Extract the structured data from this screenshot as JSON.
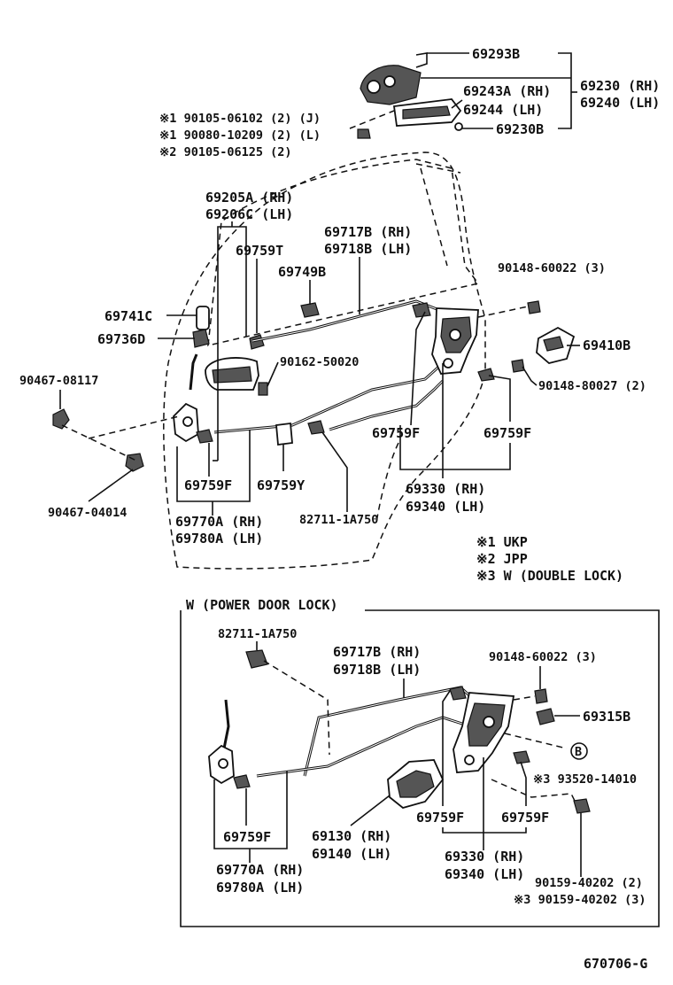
{
  "top": {
    "p69293B": "69293B",
    "p69230_rh": "69230 (RH)",
    "p69240_lh": "69240 (LH)",
    "p69243A_rh": "69243A (RH)",
    "p69244_lh": "69244  (LH)",
    "p69230B": "69230B",
    "note1a": "※1 90105-06102 (2) (J)",
    "note1b": "※1 90080-10209 (2) (L)",
    "note2": "※2 90105-06125 (2)",
    "p69205A_rh": "69205A (RH)",
    "p69206C_lh": "69206C (LH)",
    "p69717B_rh": "69717B (RH)",
    "p69718B_lh": "69718B (LH)",
    "p69759T": "69759T",
    "p69749B": "69749B",
    "p90148_60022": "90148-60022 (3)",
    "p69741C": "69741C",
    "p69736D": "69736D",
    "p69410B": "69410B",
    "p90162_50020": "90162-50020",
    "p90467_08117": "90467-08117",
    "p90148_80027": "90148-80027 (2)",
    "p69759F_mid": "69759F",
    "p69759F_right": "69759F",
    "p69759F_left": "69759F",
    "p69759Y": "69759Y",
    "p69330_rh": "69330 (RH)",
    "p69340_lh": "69340 (LH)",
    "p90467_04014": "90467-04014",
    "p69770A_rh": "69770A (RH)",
    "p69780A_lh": "69780A (LH)",
    "p82711_1A750": "82711-1A750"
  },
  "legend": {
    "l1": "※1  UKP",
    "l2": "※2  JPP",
    "l3": "※3  W (DOUBLE  LOCK)"
  },
  "box": {
    "title": "W (POWER DOOR LOCK)",
    "p82711_1A750": "82711-1A750",
    "p69717B_rh": "69717B (RH)",
    "p69718B_lh": "69718B (LH)",
    "p90148_60022": "90148-60022 (3)",
    "p69315B": "69315B",
    "circle_b": "B",
    "p93520_14010": "※3 93520-14010",
    "p69759F_a": "69759F",
    "p69759F_b": "69759F",
    "p69759F_c": "69759F",
    "p69130_rh": "69130 (RH)",
    "p69140_lh": "69140 (LH)",
    "p69330_rh": "69330 (RH)",
    "p69340_lh": "69340 (LH)",
    "p69770A_rh": "69770A (RH)",
    "p69780A_lh": "69780A (LH)",
    "p90159_a": "90159-40202 (2)",
    "p90159_b": "※3 90159-40202 (3)"
  },
  "footer": {
    "code": "670706-G"
  }
}
